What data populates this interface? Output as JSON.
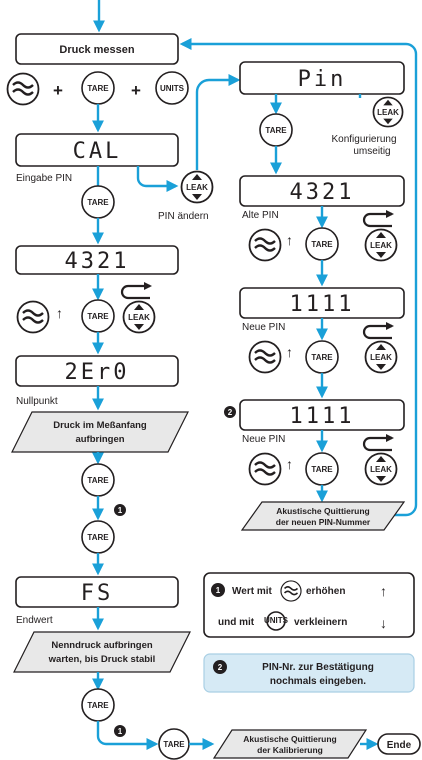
{
  "colors": {
    "flow": "#1aa0d8",
    "note_fill": "#d6eaf5",
    "step_fill": "#e8e8e8"
  },
  "start": {
    "title": "Druck messen"
  },
  "buttons": {
    "tare": "TARE",
    "units": "UNITS",
    "leak": "LEAK"
  },
  "symbols": {
    "plus": "+",
    "up_arrow": "↑",
    "down_arrow": "↓"
  },
  "left_flow": {
    "cal_display": "CAL",
    "eingabe_pin": "Eingabe PIN",
    "pin_display": "4321",
    "pin_aendern": "PIN ändern",
    "zero_display": "2Er0",
    "nullpunkt": "Nullpunkt",
    "step_druck_1": "Druck im Meßanfang",
    "step_druck_2": "aufbringen",
    "fs_display": "FS",
    "endwert": "Endwert",
    "step_nenn_1": "Nenndruck aufbringen",
    "step_nenn_2": "warten, bis Druck stabil",
    "quitt_1": "Akustische Quittierung",
    "quitt_2": "der Kalibrierung",
    "ende": "Ende"
  },
  "right_flow": {
    "pin_display": "Pin",
    "konfig_1": "Konfigurierung",
    "konfig_2": "umseitig",
    "alt_display": "4321",
    "alte_pin": "Alte PIN",
    "neu_display": "1111",
    "neue_pin": "Neue PIN",
    "neu2_display": "1111",
    "neue_pin_2": "Neue PIN",
    "quitt_1": "Akustische Quittierung",
    "quitt_2": "der neuen PIN-Nummer"
  },
  "markers": {
    "one": "1",
    "two": "2"
  },
  "legend": {
    "line1_a": "Wert mit",
    "line1_b": "erhöhen",
    "line2_a": "und mit",
    "line2_b": "verkleinern"
  },
  "note": {
    "line1": "PIN-Nr. zur Bestätigung",
    "line2": "nochmals eingeben."
  }
}
